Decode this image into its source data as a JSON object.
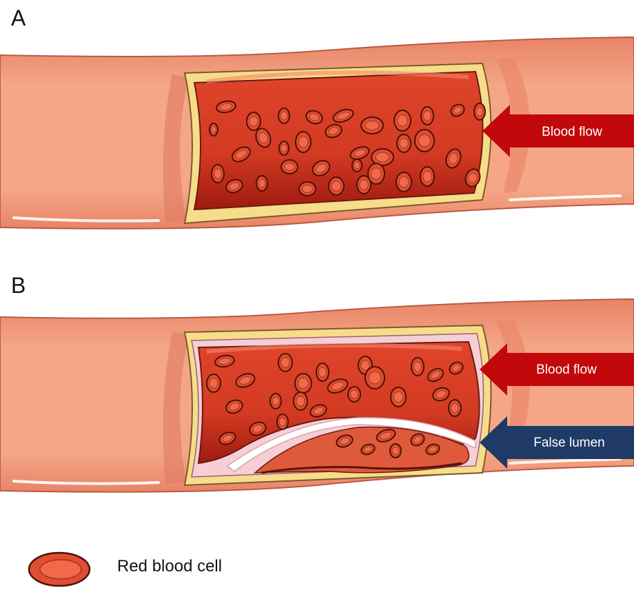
{
  "panels": [
    {
      "letter": "A",
      "arrow_label": "Blood flow"
    },
    {
      "letter": "B",
      "arrow_label": "Blood flow",
      "arrow2_label": "False lumen"
    }
  ],
  "legend": {
    "label": "Red blood cell",
    "icon": "red-blood-cell-icon"
  },
  "colors": {
    "vessel": "#f3a07e",
    "vessel_dark": "#e2735a",
    "blood": "#d93a22",
    "blood_dark": "#a81d12",
    "cell": "#ec5a3a",
    "wall_yellow": "#f7dc8a",
    "intima_pink": "#f6cfd6",
    "arrow_red": "#c2080a",
    "arrow_blue": "#1f3a66"
  }
}
